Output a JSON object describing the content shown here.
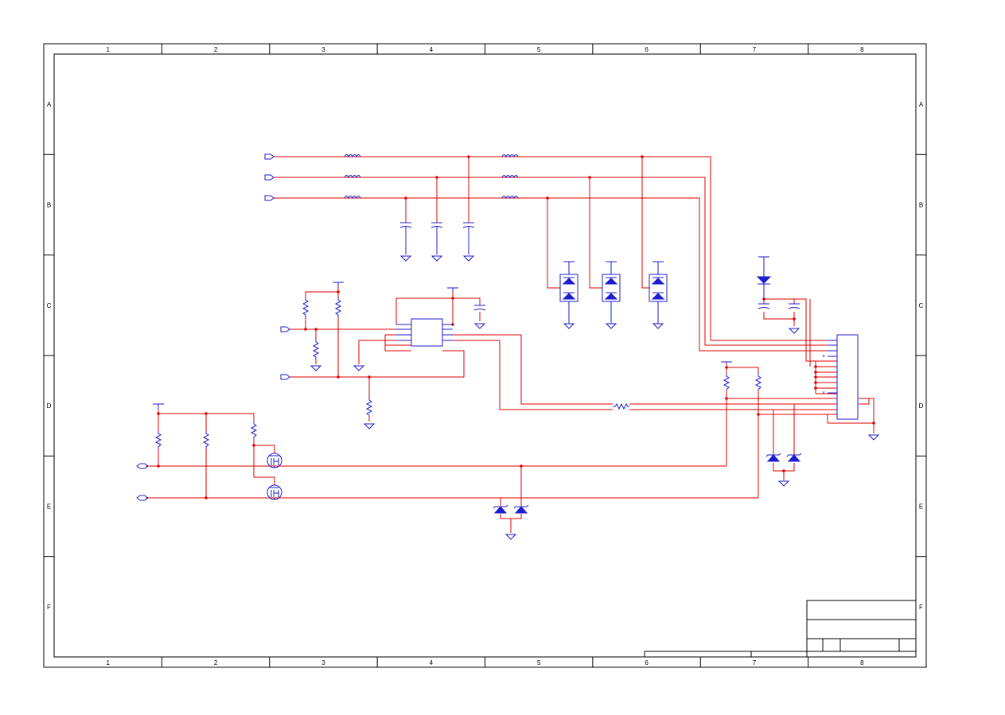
{
  "sheet": {
    "columns": [
      "1",
      "2",
      "3",
      "4",
      "5",
      "6",
      "7",
      "8"
    ],
    "rows": [
      "A",
      "B",
      "C",
      "D",
      "E",
      "F"
    ]
  },
  "colors": {
    "wire": "#e00000",
    "component": "#1c1cd0",
    "frame": "#000000",
    "background": "#ffffff"
  },
  "title_block": {
    "title": "",
    "document_number": "",
    "revision": "",
    "sheet": ""
  }
}
